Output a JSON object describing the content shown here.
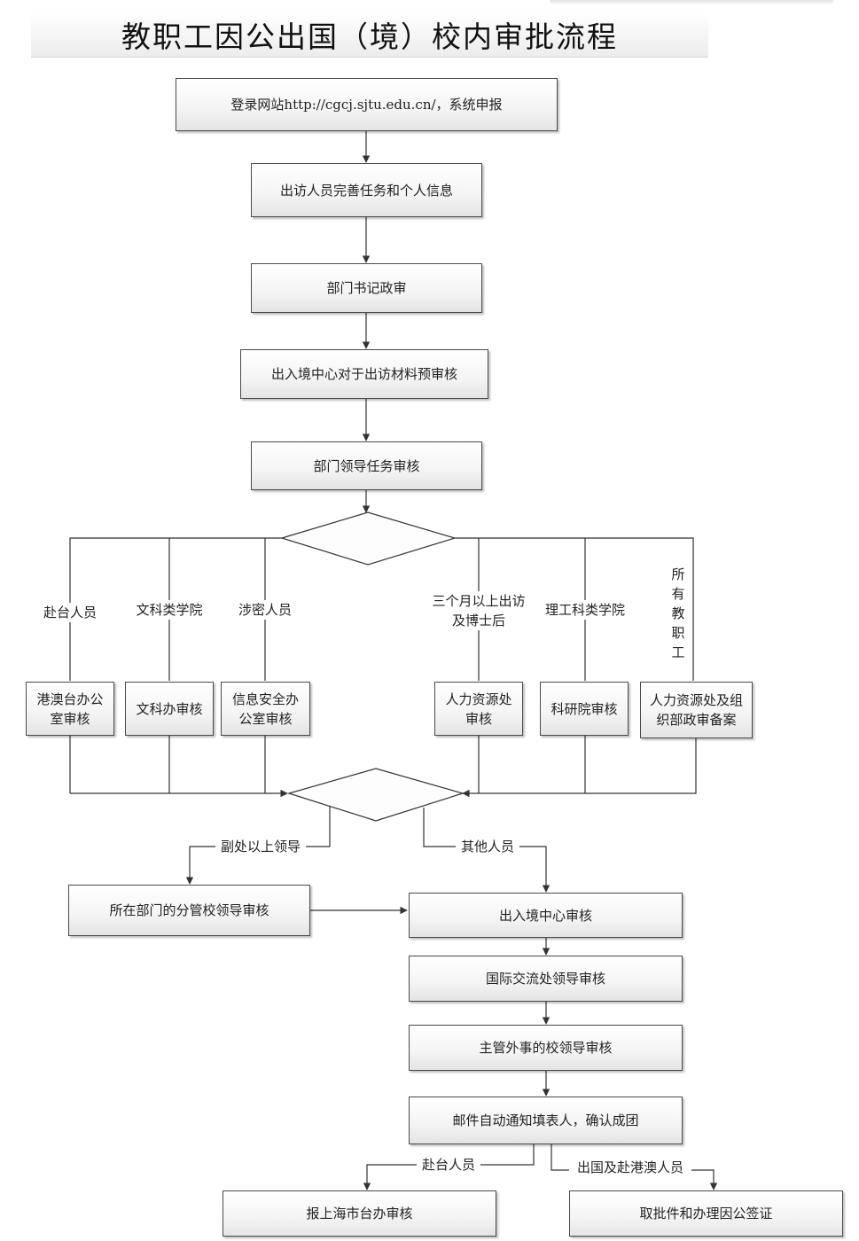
{
  "title": "教职工因公出国（境）校内审批流程",
  "steps": {
    "login": "登录网站http://cgcj.sjtu.edu.cn/，系统申报",
    "complete_info": "出访人员完善任务和个人信息",
    "secretary": "部门书记政审",
    "precheck": "出入境中心对于出访材料预审核",
    "dept_leader": "部门领导任务审核",
    "hmt_office": "港澳台办公\n室审核",
    "liberal_office": "文科办审核",
    "infosec_office": "信息安全办\n公室审核",
    "hr_office": "人力资源处\n审核",
    "research_institute": "科研院审核",
    "hr_org": "人力资源处及组\n织部政审备案",
    "branch_leader": "所在部门的分管校领导审核",
    "exit_center": "出入境中心审核",
    "intl_office": "国际交流处领导审核",
    "foreign_affairs": "主管外事的校领导审核",
    "email_notify": "邮件自动通知填表人，确认成团",
    "shanghai_taiwan": "报上海市台办审核",
    "visa": "取批件和办理因公签证"
  },
  "branch_labels": {
    "to_taiwan": "赴台人员",
    "liberal_arts": "文科类学院",
    "classified": "涉密人员",
    "long_term": "三个月以上出访\n及博士后",
    "science_eng": "理工科类学院",
    "all_staff": "所\n有\n教\n职\n工",
    "vice_director": "副处以上领导",
    "others": "其他人员",
    "to_taiwan_final": "赴台人员",
    "abroad_hmt": "出国及赴港澳人员"
  }
}
